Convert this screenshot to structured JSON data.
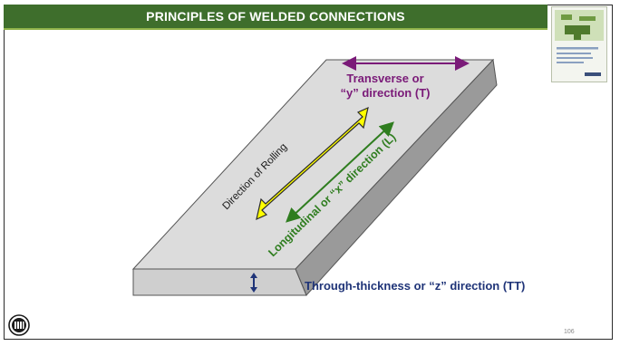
{
  "slide": {
    "title": "PRINCIPLES OF WELDED CONNECTIONS",
    "page_number": "106"
  },
  "diagram": {
    "transverse_label_line1": "Transverse or",
    "transverse_label_line2": "“y” direction (T)",
    "rolling_label": "Direction of Rolling",
    "longitudinal_label": "Longitudinal or “x” direction (L)",
    "through_thickness_label": "Through-thickness or “z” direction (TT)"
  },
  "colors": {
    "title_bar": "#3e6e2c",
    "transverse": "#7a1a78",
    "longitudinal": "#2f7d1f",
    "through_thickness": "#1f3478",
    "rolling_arrow_fill": "#ffff00"
  },
  "icons": {
    "logo": "aisc-logo-icon",
    "thumbnail": "book-cover-thumbnail",
    "double_arrow_transverse": "double-arrow-icon",
    "double_arrow_longitudinal": "double-arrow-icon",
    "double_arrow_vertical": "vertical-double-arrow-icon"
  }
}
